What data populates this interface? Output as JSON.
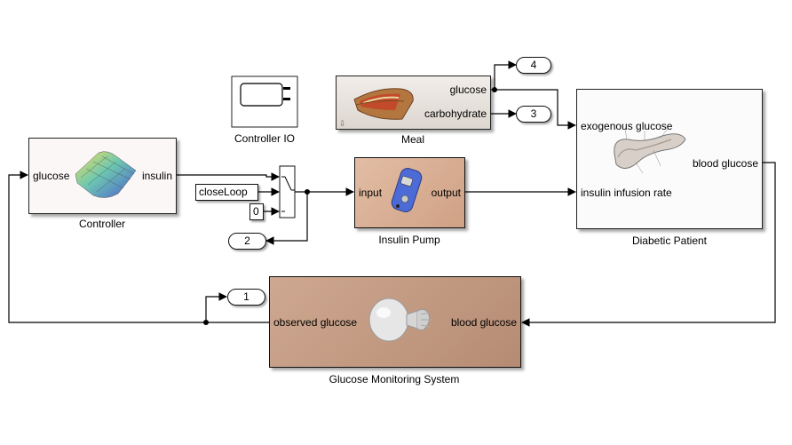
{
  "blocks": {
    "controller": {
      "caption": "Controller",
      "in_port": "glucose",
      "out_port": "insulin"
    },
    "controller_io": {
      "caption": "Controller IO"
    },
    "meal": {
      "caption": "Meal",
      "out_ports": [
        "glucose",
        "carbohydrate"
      ]
    },
    "insulin_pump": {
      "caption": "Insulin Pump",
      "in_port": "input",
      "out_port": "output"
    },
    "diabetic_patient": {
      "caption": "Diabetic Patient",
      "in_ports": [
        "exogenous glucose",
        "insulin infusion rate"
      ],
      "out_port": "blood glucose"
    },
    "glucose_monitoring": {
      "caption": "Glucose Monitoring System",
      "in_port": "blood glucose",
      "out_port": "observed glucose"
    },
    "close_loop": {
      "label": "closeLoop"
    },
    "zero_constant": {
      "label": "0"
    }
  },
  "outports": [
    "1",
    "2",
    "3",
    "4"
  ],
  "colors": {
    "line": "#000000",
    "meal_bg": "#eae5e0",
    "pump_bg": "#d9b39a",
    "monitor_bg": "#c49a82",
    "block_border": "#222222"
  }
}
